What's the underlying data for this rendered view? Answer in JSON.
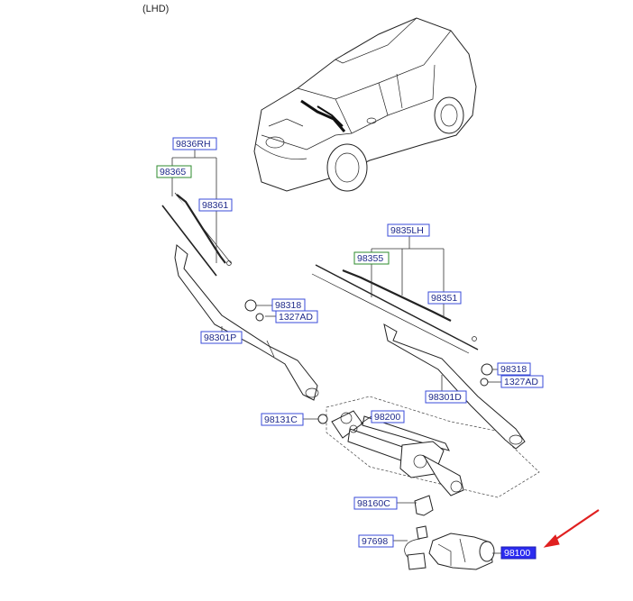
{
  "header": {
    "variant": "(LHD)"
  },
  "labels": {
    "rh_blade_assy": "9836RH",
    "rh_refill": "98365",
    "rh_blade": "98361",
    "lh_blade_assy": "9835LH",
    "lh_refill": "98355",
    "lh_blade": "98351",
    "cap_upper": "98318",
    "nut_upper": "1327AD",
    "arm_passenger": "98301P",
    "cap_lower": "98318",
    "nut_lower": "1327AD",
    "arm_driver": "98301D",
    "pivot_cap": "98131C",
    "linkage": "98200",
    "crank_cover": "98160C",
    "connector": "97698",
    "motor": "98100"
  },
  "colors": {
    "label_outline": "#3a4bd8",
    "label_outline_green": "#2e8b2e",
    "highlight_fill": "#2b2bf0",
    "pointer_arrow": "#e02020"
  },
  "icons": {
    "pointer": "red-arrow-icon",
    "vehicle": "suv-icon"
  }
}
